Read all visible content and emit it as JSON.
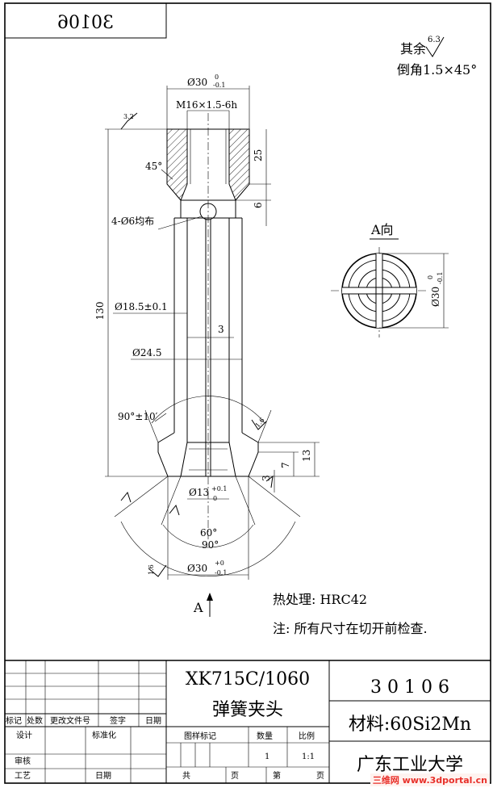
{
  "drawing_number": "30106",
  "mirrored_number": "30106",
  "roughness_note": {
    "label": "其余",
    "value": "6.3"
  },
  "chamfer_note": "倒角1.5×45°",
  "dims": {
    "top_outer_diameter": "Ø30",
    "top_outer_tol_upper": "0",
    "top_outer_tol_lower": "-0.1",
    "thread": "M16×1.5-6h",
    "roughness_top": "3.2",
    "depth_25": "25",
    "depth_6": "6",
    "angle_45": "45°",
    "holes": "4-Ø6均布",
    "length_130": "130",
    "bore_18_5": "Ø18.5±0.1",
    "slot_3": "3",
    "outer_24_5": "Ø24.5",
    "angle_90_tol": "90°±10′",
    "roughness_cone": "1.6",
    "dim_13": "13",
    "dim_7": "7",
    "dim_3b": "3",
    "bore_13": "Ø13",
    "bore_13_tol_upper": "+0.1",
    "bore_13_tol_lower": "0",
    "angle_60": "60°",
    "angle_90": "90°",
    "bottom_diameter": "Ø30",
    "bottom_tol_upper": "+0",
    "bottom_tol_lower": "-0.1",
    "roughness_bottom": "1.6",
    "view_arrow": "A"
  },
  "view_a": {
    "label": "A向",
    "diameter": "Ø30",
    "tol_upper": "0",
    "tol_lower": "-0.1"
  },
  "notes": {
    "heat_treatment": "热处理: HRC42",
    "inspection": "注: 所有尺寸在切开前检查."
  },
  "title_block": {
    "model": "XK715C/1060",
    "part_name": "弹簧夹头",
    "number": "3 0 1 0 6",
    "material": "材料:60Si2Mn",
    "school": "广东工业大学",
    "rev_headers": [
      "标记",
      "处数",
      "更改文件号",
      "签字",
      "日期"
    ],
    "design": "设计",
    "standardize": "标准化",
    "review": "审核",
    "process": "工艺",
    "date": "日期",
    "grid_headers": [
      "图样标记",
      "数量",
      "比例"
    ],
    "quantity": "1",
    "scale": "1:1",
    "total": "共",
    "page_word": "页",
    "sheet_no": "第",
    "page_word2": "页"
  },
  "watermark": "三维网 www.3dportal.cn"
}
